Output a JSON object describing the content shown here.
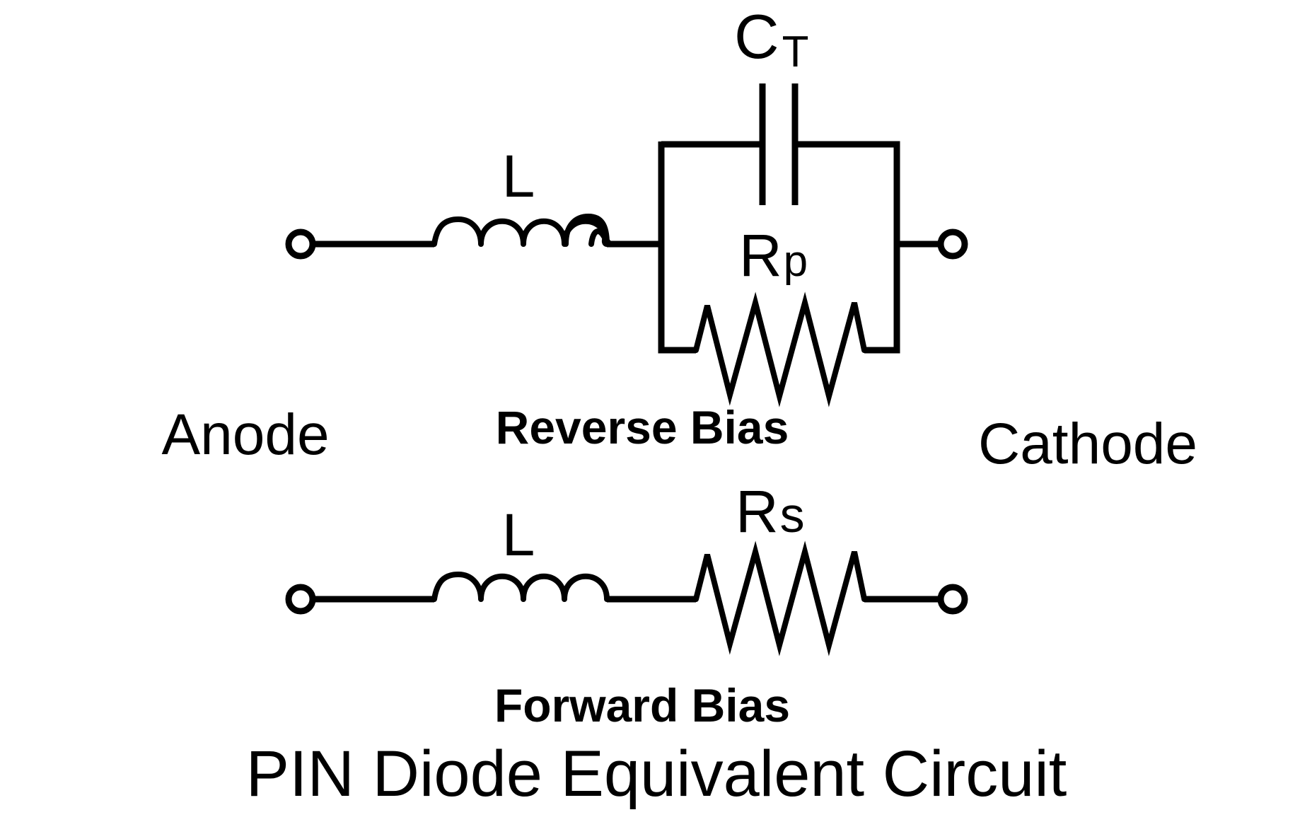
{
  "title": "PIN Diode Equivalent Circuit",
  "terminals": {
    "anode": "Anode",
    "cathode": "Cathode"
  },
  "reverse_bias": {
    "caption": "Reverse Bias",
    "inductor_label": "L",
    "capacitor_label": "C",
    "capacitor_subscript": "T",
    "resistor_label": "R",
    "resistor_subscript": "p"
  },
  "forward_bias": {
    "caption": "Forward Bias",
    "inductor_label": "L",
    "resistor_label": "R",
    "resistor_subscript": "s"
  }
}
